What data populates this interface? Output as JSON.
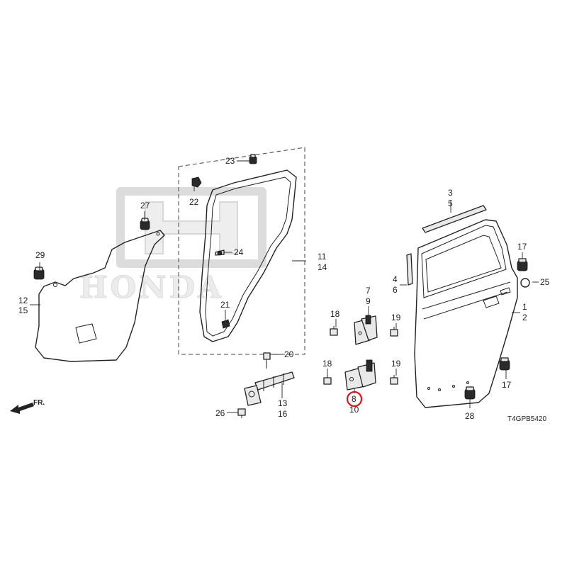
{
  "watermark": {
    "brand": "HONDA"
  },
  "direction_label": "FR.",
  "diagram_code": "T4GPB5420",
  "highlight_color": "#e4141b",
  "callouts": {
    "c1": "1",
    "c2": "2",
    "c3": "3",
    "c4": "4",
    "c5": "5",
    "c6": "6",
    "c7": "7",
    "c8": "8",
    "c9": "9",
    "c10": "10",
    "c11": "11",
    "c12": "12",
    "c13": "13",
    "c14": "14",
    "c15": "15",
    "c16": "16",
    "c17a": "17",
    "c17b": "17",
    "c18a": "18",
    "c18b": "18",
    "c19a": "19",
    "c19b": "19",
    "c20": "20",
    "c21": "21",
    "c22": "22",
    "c23": "23",
    "c24": "24",
    "c25": "25",
    "c26": "26",
    "c27": "27",
    "c28": "28",
    "c29": "29"
  },
  "highlighted_part": "8"
}
